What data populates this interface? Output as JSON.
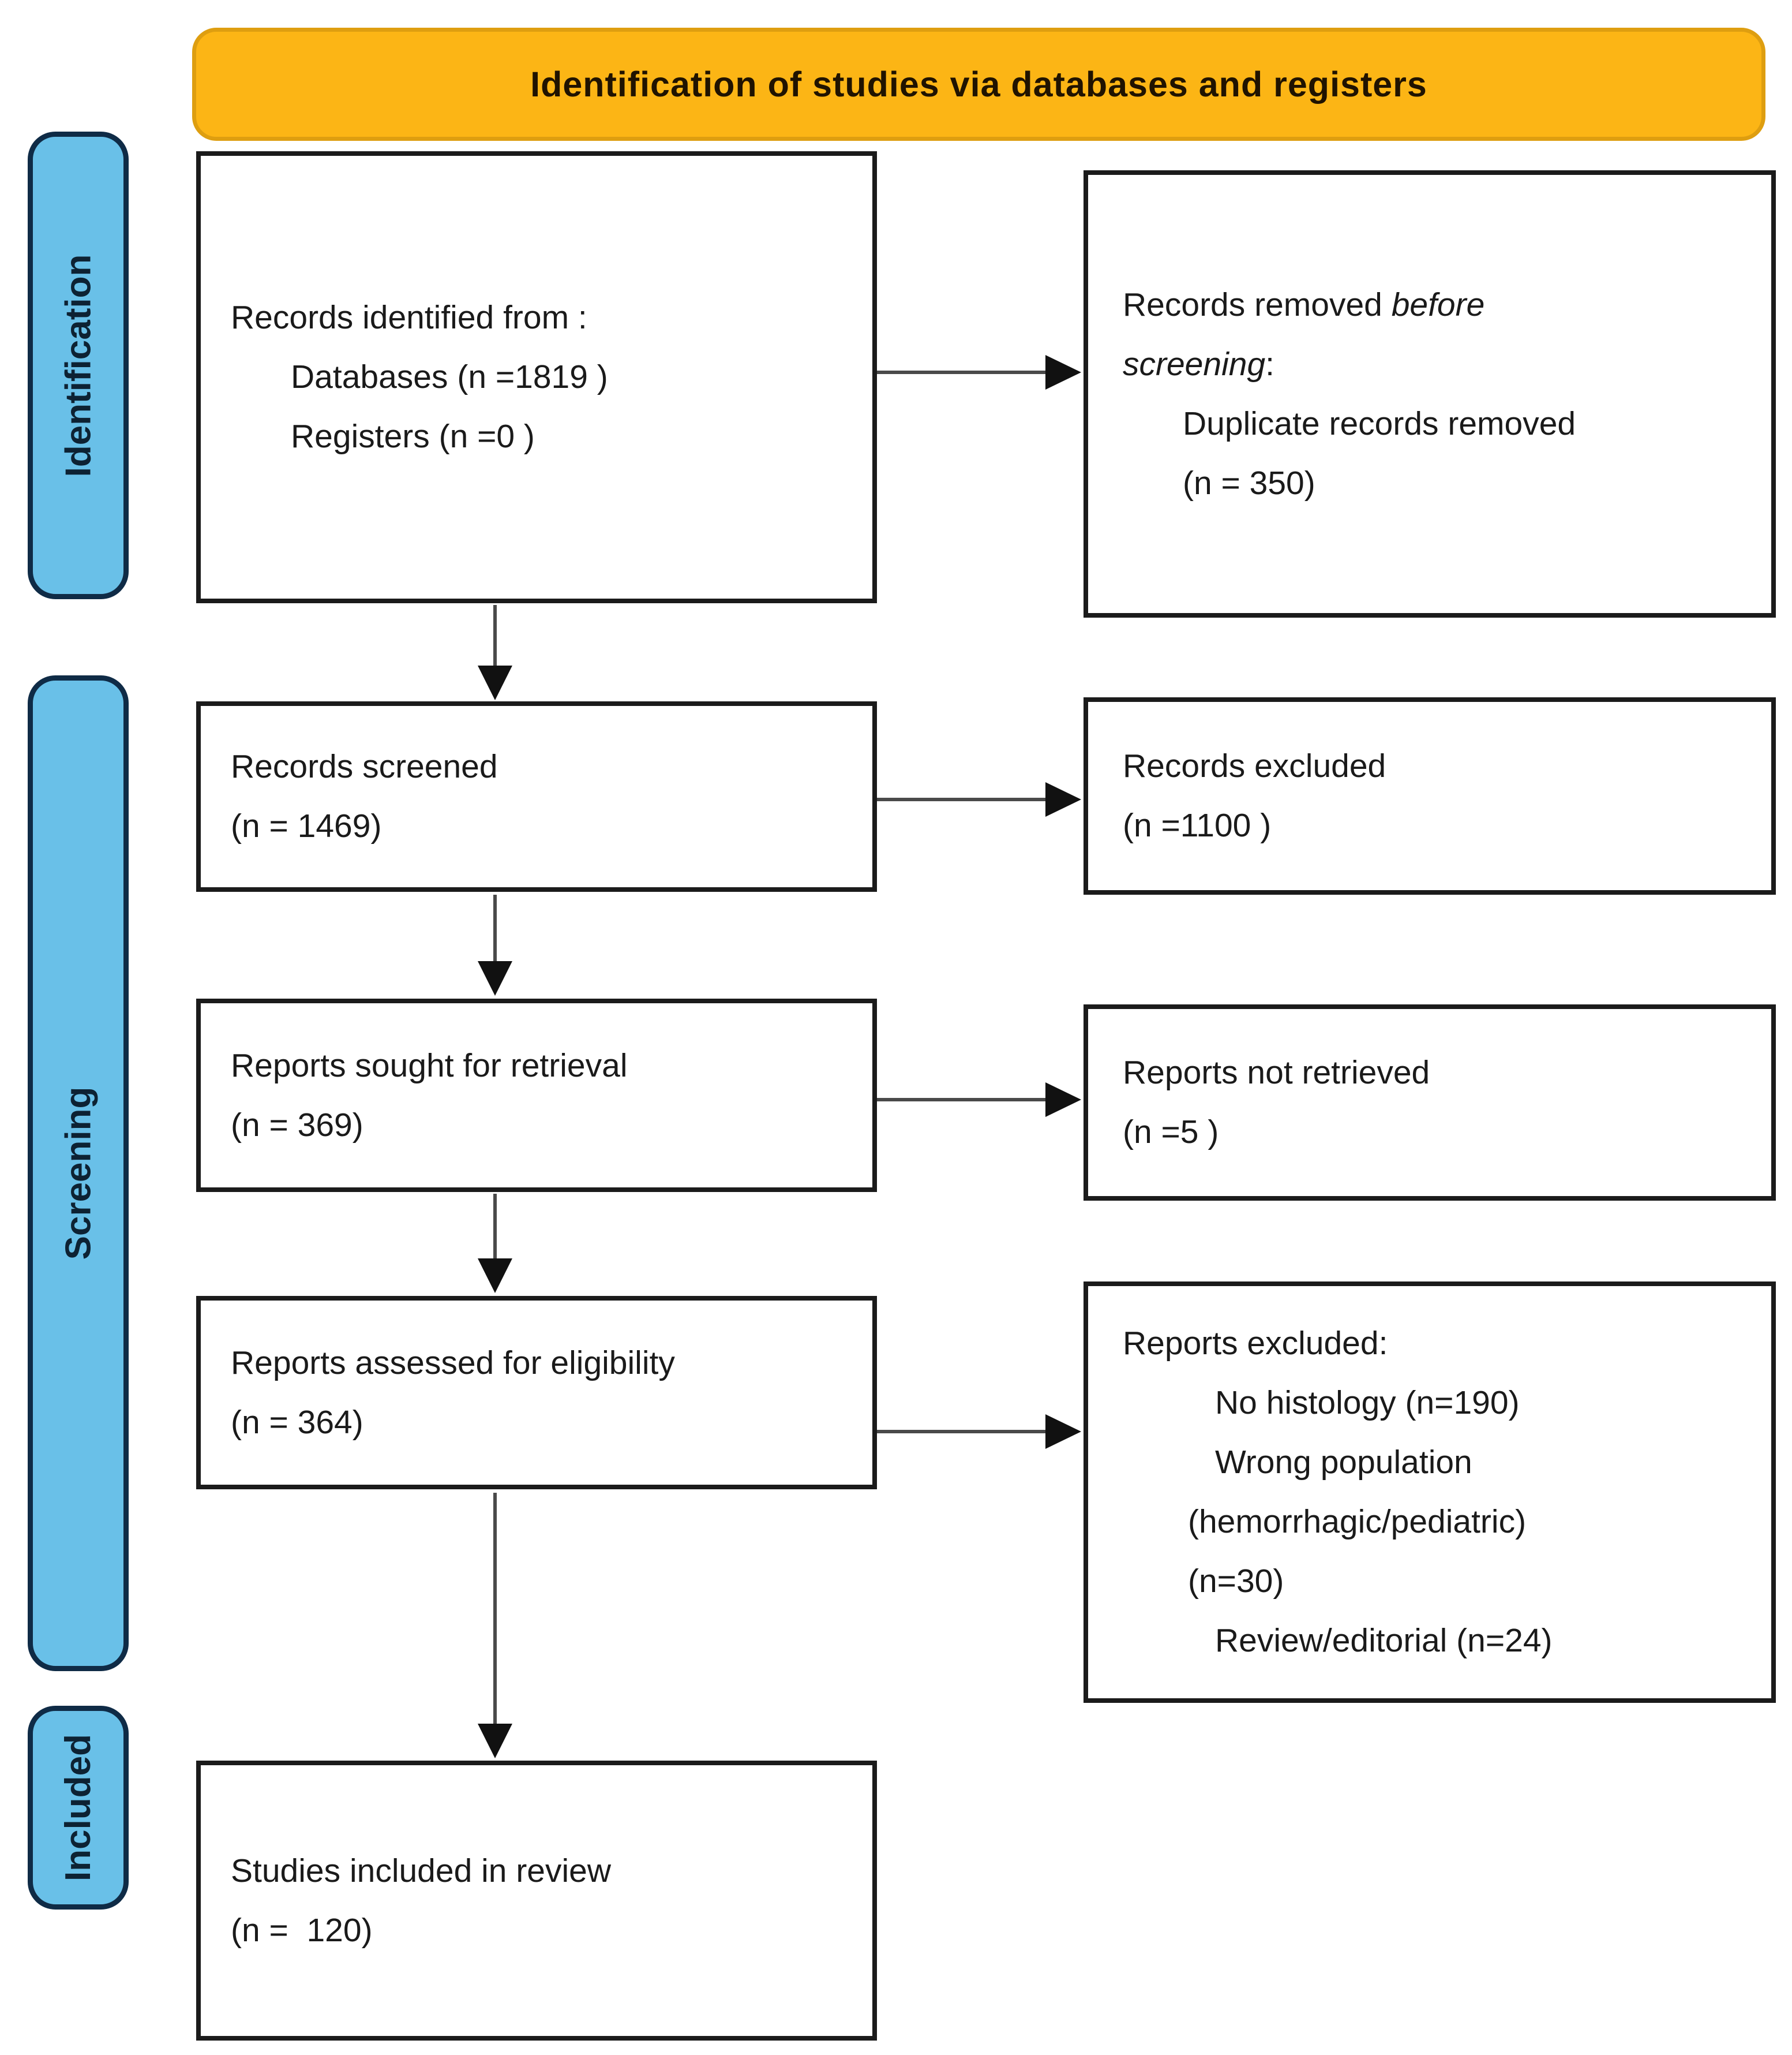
{
  "banner": {
    "title": "Identification of studies via databases and registers"
  },
  "stages": [
    {
      "label": "Identification"
    },
    {
      "label": "Screening"
    },
    {
      "label": "Included"
    }
  ],
  "boxes": {
    "identified": {
      "l1": "Records identified from :",
      "l2": "Databases (n =1819 )",
      "l3": "Registers (n =0 )"
    },
    "removed_before_screening": {
      "l1a": "Records removed ",
      "l1b": "before",
      "l2a": "screening",
      "l2b": ":",
      "l3": "Duplicate records removed",
      "l4": "(n = 350)"
    },
    "screened": {
      "l1": "Records screened",
      "l2": "(n = 1469)"
    },
    "excluded": {
      "l1": "Records excluded",
      "l2": "(n =1100 )"
    },
    "sought": {
      "l1": "Reports sought for retrieval",
      "l2": "(n = 369)"
    },
    "not_retrieved": {
      "l1": "Reports not retrieved",
      "l2": "(n =5 )"
    },
    "assessed": {
      "l1": "Reports assessed for eligibility",
      "l2": "(n = 364)"
    },
    "reports_excluded": {
      "l1": "Reports excluded:",
      "l2": "No histology (n=190)",
      "l3": "Wrong population",
      "l4": "(hemorrhagic/pediatric)",
      "l5": "(n=30)",
      "l6": "Review/editorial (n=24)"
    },
    "included_in_review": {
      "l1": "Studies included in review",
      "l2": "(n =  120)"
    }
  },
  "colors": {
    "banner_fill": "#FCB515",
    "banner_border": "#DE9E10",
    "banner_text": "#201300",
    "stage_fill": "#69C0E8",
    "stage_border": "#0F2B46",
    "stage_text": "#0D2233",
    "box_border": "#1B1B1B",
    "box_text": "#1A1A1A",
    "arrow_line": "#4A4A4A",
    "arrow_head": "#111111"
  }
}
